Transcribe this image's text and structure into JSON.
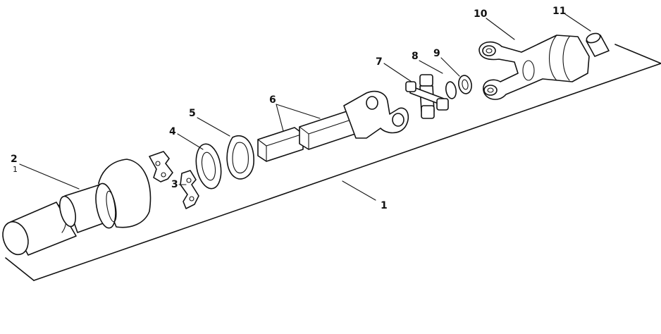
{
  "diagram": {
    "callouts": [
      {
        "id": "callout-1",
        "text": "1"
      },
      {
        "id": "callout-2",
        "text": "2"
      },
      {
        "id": "callout-2-sub",
        "text": "1"
      },
      {
        "id": "callout-3",
        "text": "3"
      },
      {
        "id": "callout-4",
        "text": "4"
      },
      {
        "id": "callout-5",
        "text": "5"
      },
      {
        "id": "callout-6",
        "text": "6"
      },
      {
        "id": "callout-7",
        "text": "7"
      },
      {
        "id": "callout-8",
        "text": "8"
      },
      {
        "id": "callout-9",
        "text": "9"
      },
      {
        "id": "callout-10",
        "text": "10"
      },
      {
        "id": "callout-11",
        "text": "11"
      }
    ]
  }
}
